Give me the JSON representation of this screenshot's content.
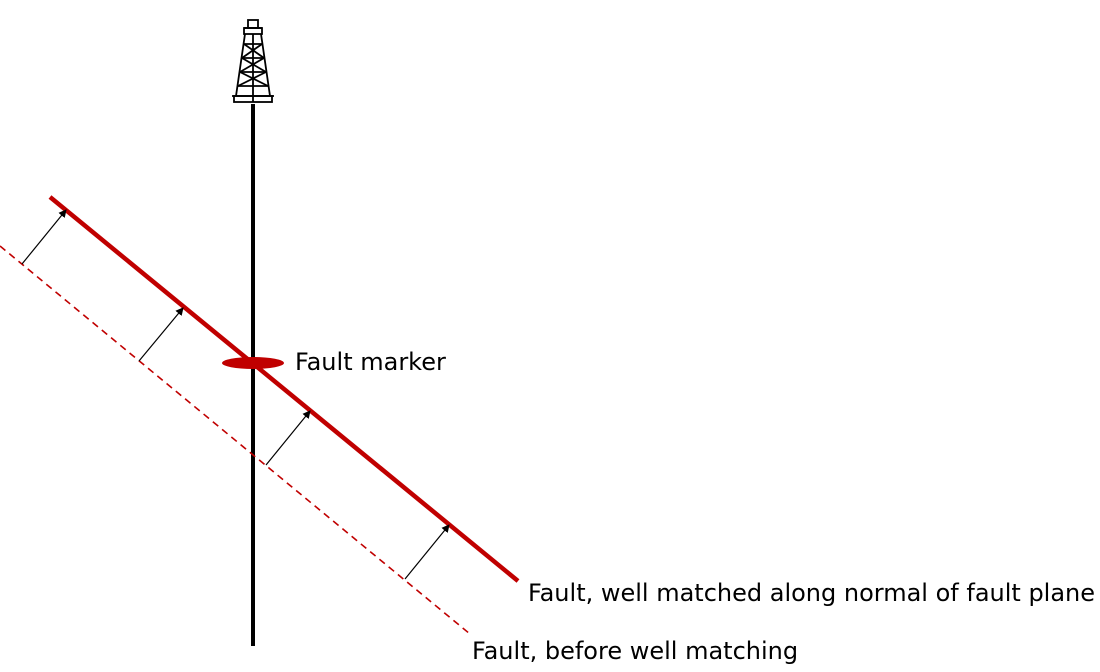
{
  "labels": {
    "fault_marker": "Fault marker",
    "fault_matched": "Fault, well matched along normal of fault plane",
    "fault_before": "Fault, before well matching"
  },
  "colors": {
    "fault": "#c00000",
    "well": "#000000",
    "arrow": "#000000"
  },
  "icons": {
    "rig": "drilling-rig-icon"
  }
}
